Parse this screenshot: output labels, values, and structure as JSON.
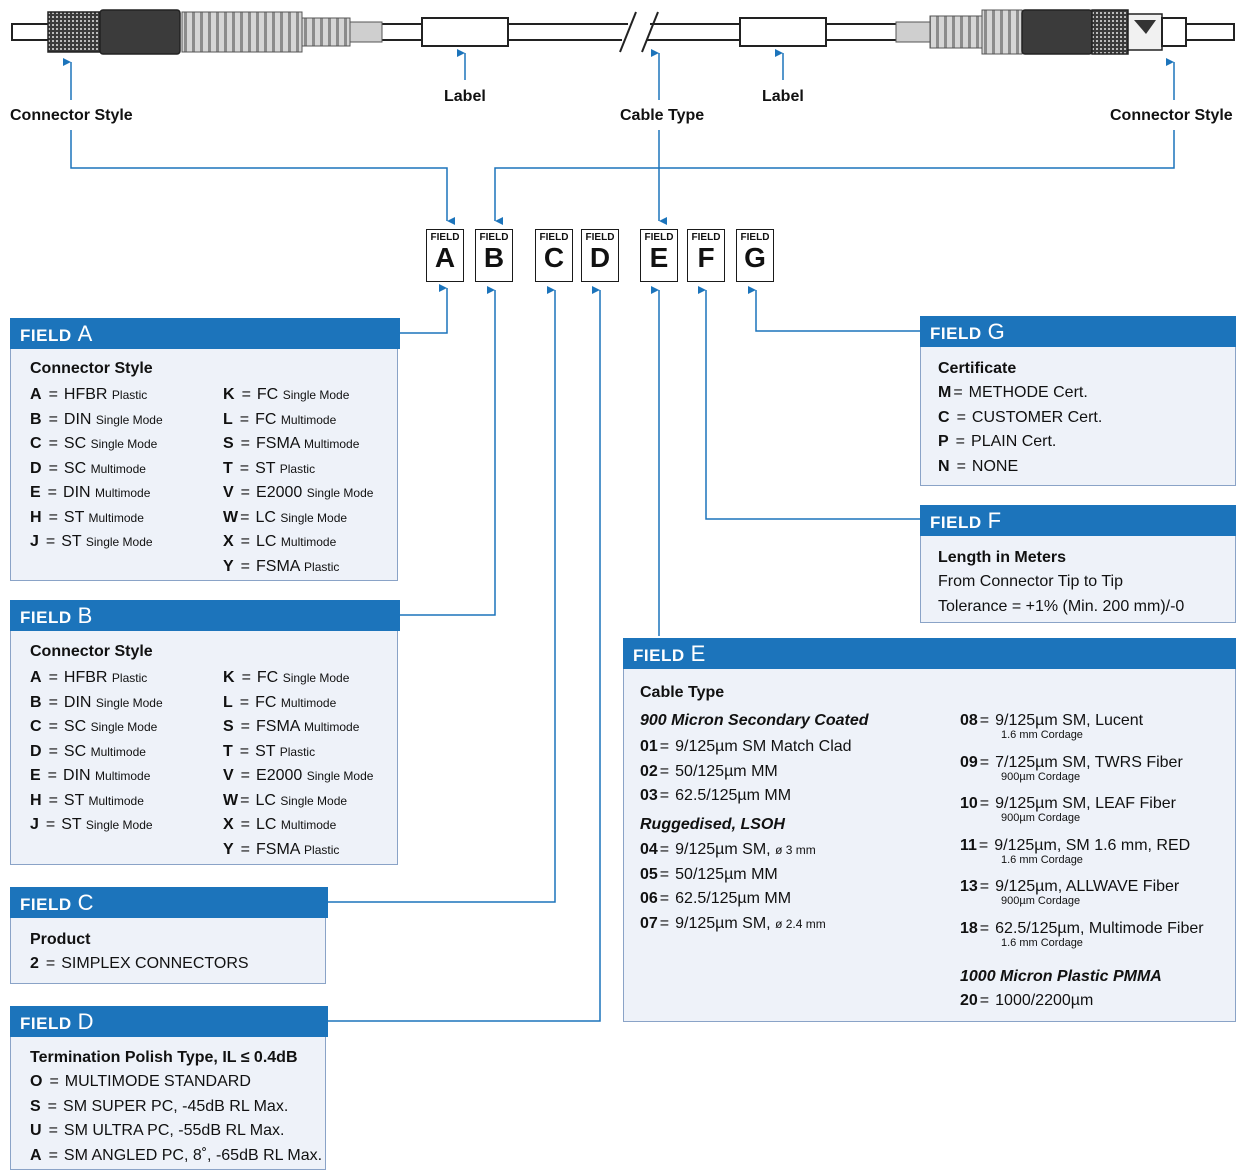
{
  "top_labels": {
    "connector_left": "Connector Style",
    "label_left": "Label",
    "cable_type": "Cable Type",
    "label_right": "Label",
    "connector_right": "Connector Style"
  },
  "field_word": "FIELD",
  "field_boxes": [
    "A",
    "B",
    "C",
    "D",
    "E",
    "F",
    "G"
  ],
  "accent_color": "#1c74bb",
  "panel_bg": "#eef2f9",
  "field_a": {
    "header_word": "FIELD",
    "header_letter": "A",
    "title": "Connector Style",
    "left": [
      {
        "k": "A",
        "v": "HFBR",
        "s": "Plastic"
      },
      {
        "k": "B",
        "v": "DIN",
        "s": "Single Mode"
      },
      {
        "k": "C",
        "v": "SC",
        "s": "Single Mode"
      },
      {
        "k": "D",
        "v": "SC",
        "s": "Multimode"
      },
      {
        "k": "E",
        "v": "DIN",
        "s": "Multimode"
      },
      {
        "k": "H",
        "v": "ST",
        "s": "Multimode"
      },
      {
        "k": "J",
        "v": "ST",
        "s": "Single Mode"
      }
    ],
    "right": [
      {
        "k": "K",
        "v": "FC",
        "s": "Single Mode"
      },
      {
        "k": "L",
        "v": "FC",
        "s": "Multimode"
      },
      {
        "k": "S",
        "v": "FSMA",
        "s": "Multimode"
      },
      {
        "k": "T",
        "v": "ST",
        "s": "Plastic"
      },
      {
        "k": "V",
        "v": "E2000",
        "s": "Single Mode"
      },
      {
        "k": "W",
        "v": "LC",
        "s": "Single Mode"
      },
      {
        "k": "X",
        "v": "LC",
        "s": "Multimode"
      },
      {
        "k": "Y",
        "v": "FSMA",
        "s": "Plastic"
      }
    ]
  },
  "field_b": {
    "header_word": "FIELD",
    "header_letter": "B",
    "title": "Connector Style",
    "left": [
      {
        "k": "A",
        "v": "HFBR",
        "s": "Plastic"
      },
      {
        "k": "B",
        "v": "DIN",
        "s": "Single Mode"
      },
      {
        "k": "C",
        "v": "SC",
        "s": "Single Mode"
      },
      {
        "k": "D",
        "v": "SC",
        "s": "Multimode"
      },
      {
        "k": "E",
        "v": "DIN",
        "s": "Multimode"
      },
      {
        "k": "H",
        "v": "ST",
        "s": "Multimode"
      },
      {
        "k": "J",
        "v": "ST",
        "s": "Single Mode"
      }
    ],
    "right": [
      {
        "k": "K",
        "v": "FC",
        "s": "Single Mode"
      },
      {
        "k": "L",
        "v": "FC",
        "s": "Multimode"
      },
      {
        "k": "S",
        "v": "FSMA",
        "s": "Multimode"
      },
      {
        "k": "T",
        "v": "ST",
        "s": "Plastic"
      },
      {
        "k": "V",
        "v": "E2000",
        "s": "Single Mode"
      },
      {
        "k": "W",
        "v": "LC",
        "s": "Single Mode"
      },
      {
        "k": "X",
        "v": "LC",
        "s": "Multimode"
      },
      {
        "k": "Y",
        "v": "FSMA",
        "s": "Plastic"
      }
    ]
  },
  "field_c": {
    "header_word": "FIELD",
    "header_letter": "C",
    "title": "Product",
    "rows": [
      {
        "k": "2",
        "v": "SIMPLEX CONNECTORS"
      }
    ]
  },
  "field_d": {
    "header_word": "FIELD",
    "header_letter": "D",
    "title": "Termination Polish Type, IL ≤ 0.4dB",
    "rows": [
      {
        "k": "O",
        "v": "MULTIMODE STANDARD"
      },
      {
        "k": "S",
        "v": "SM SUPER PC, -45dB RL Max."
      },
      {
        "k": "U",
        "v": "SM ULTRA PC, -55dB RL Max."
      },
      {
        "k": "A",
        "v": "SM ANGLED PC, 8˚, -65dB RL Max."
      }
    ]
  },
  "field_e": {
    "header_word": "FIELD",
    "header_letter": "E",
    "title": "Cable Type",
    "group1": "900 Micron Secondary Coated",
    "group1_rows": [
      {
        "k": "01",
        "v": "9/125µm SM Match Clad",
        "s": ""
      },
      {
        "k": "02",
        "v": "50/125µm MM",
        "s": ""
      },
      {
        "k": "03",
        "v": "62.5/125µm MM",
        "s": ""
      }
    ],
    "group2": "Ruggedised, LSOH",
    "group2_rows": [
      {
        "k": "04",
        "v": "9/125µm SM,",
        "s": "ø 3 mm"
      },
      {
        "k": "05",
        "v": "50/125µm MM",
        "s": ""
      },
      {
        "k": "06",
        "v": "62.5/125µm MM",
        "s": ""
      },
      {
        "k": "07",
        "v": "9/125µm SM,",
        "s": "ø 2.4 mm"
      }
    ],
    "right_rows": [
      {
        "k": "08",
        "v": "9/125µm SM, Lucent",
        "sub": "1.6 mm Cordage"
      },
      {
        "k": "09",
        "v": "7/125µm SM, TWRS Fiber",
        "sub": "900µm Cordage"
      },
      {
        "k": "10",
        "v": "9/125µm SM, LEAF Fiber",
        "sub": "900µm Cordage"
      },
      {
        "k": "11",
        "v": "9/125µm, SM 1.6 mm, RED",
        "sub": "1.6 mm Cordage"
      },
      {
        "k": "13",
        "v": "9/125µm, ALLWAVE Fiber",
        "sub": "900µm Cordage"
      },
      {
        "k": "18",
        "v": "62.5/125µm, Multimode Fiber",
        "sub": "1.6 mm Cordage"
      }
    ],
    "group3": "1000 Micron Plastic PMMA",
    "group3_rows": [
      {
        "k": "20",
        "v": "1000/2200µm"
      }
    ]
  },
  "field_f": {
    "header_word": "FIELD",
    "header_letter": "F",
    "title": "Length in Meters",
    "line1": "From Connector Tip to Tip",
    "line2": "Tolerance = +1% (Min. 200 mm)/-0"
  },
  "field_g": {
    "header_word": "FIELD",
    "header_letter": "G",
    "title": "Certificate",
    "rows": [
      {
        "k": "M",
        "v": "METHODE Cert."
      },
      {
        "k": "C",
        "v": "CUSTOMER Cert."
      },
      {
        "k": "P",
        "v": "PLAIN Cert."
      },
      {
        "k": "N",
        "v": "NONE"
      }
    ]
  }
}
